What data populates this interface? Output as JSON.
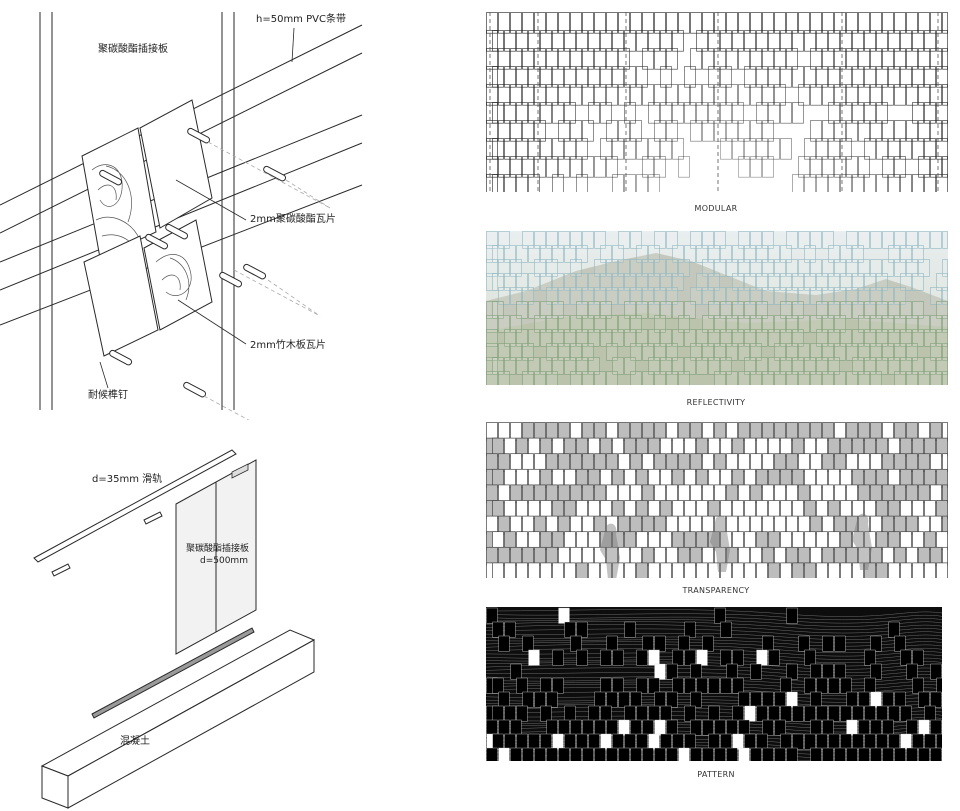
{
  "labels": {
    "pvc_strip": "h=50mm PVC条带",
    "pc_panel": "聚碳酸酯插接板",
    "pc_tile": "2mm聚碳酸酯瓦片",
    "bamboo_tile": "2mm竹木板瓦片",
    "peg": "耐候榫钉",
    "rail": "d=35mm 滑轨",
    "panel_line1": "聚碳酸酯插接板",
    "panel_line2": "d=500mm",
    "concrete": "混凝土"
  },
  "captions": {
    "modular": "MODULAR",
    "reflectivity": "REFLECTIVITY",
    "transparency": "TRANSPARENCY",
    "pattern": "PATTERN"
  },
  "colors": {
    "line": "#2a2a2a",
    "reflect_tile": "#8fb8c2",
    "reflect_tile_low": "#7fa07a",
    "trans_tile": "#bdbdbd",
    "pattern_bg": "#0d0d0d"
  }
}
